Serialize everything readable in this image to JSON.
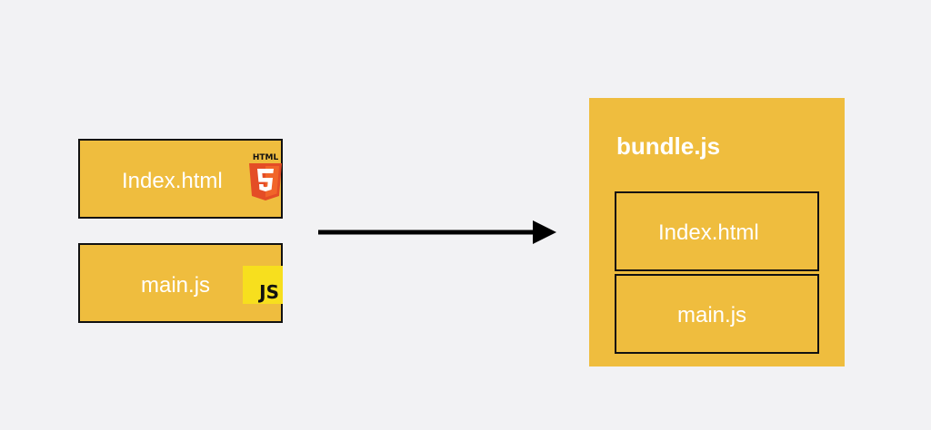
{
  "source_files": {
    "index": {
      "label": "Index.html",
      "icon": "html5-icon",
      "icon_text": "HTML"
    },
    "main": {
      "label": "main.js",
      "icon": "javascript-icon",
      "icon_text": "JS"
    }
  },
  "arrow": {
    "direction": "right",
    "color": "#000000"
  },
  "bundle": {
    "title": "bundle.js",
    "contents": [
      {
        "label": "Index.html"
      },
      {
        "label": "main.js"
      }
    ]
  },
  "colors": {
    "background": "#f2f2f4",
    "box_fill": "#efbd3e",
    "box_border": "#111111",
    "text": "#ffffff",
    "html5_orange": "#e44d26",
    "js_yellow": "#f7df1e"
  }
}
